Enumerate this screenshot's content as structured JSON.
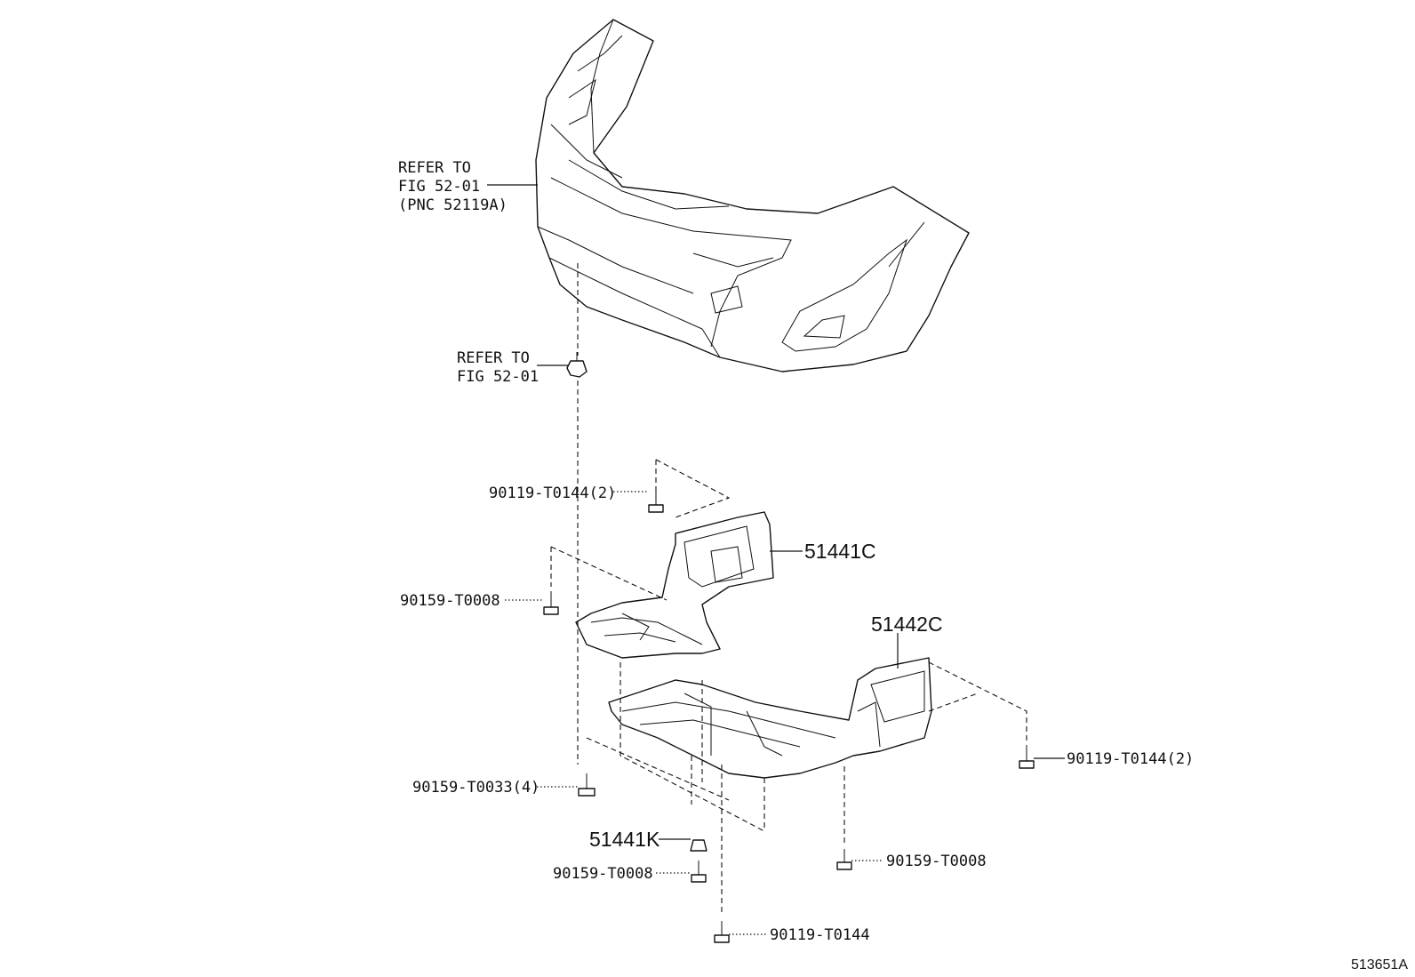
{
  "diagram_id": "513651A",
  "callouts": {
    "bumper_ref": [
      "REFER TO",
      "FIG 52-01",
      "(PNC 52119A)"
    ],
    "clip_ref": [
      "REFER TO",
      "FIG 52-01"
    ],
    "bolt_top": "90119-T0144(2)",
    "screw_left": "90159-T0008",
    "screw_left_lower": "90159-T0033(4)",
    "part_51441c": "51441C",
    "part_51442c": "51442C",
    "bolt_right": "90119-T0144(2)",
    "clip_51441k": "51441K",
    "screw_center": "90159-T0008",
    "screw_right": "90159-T0008",
    "bolt_bottom": "90119-T0144"
  }
}
